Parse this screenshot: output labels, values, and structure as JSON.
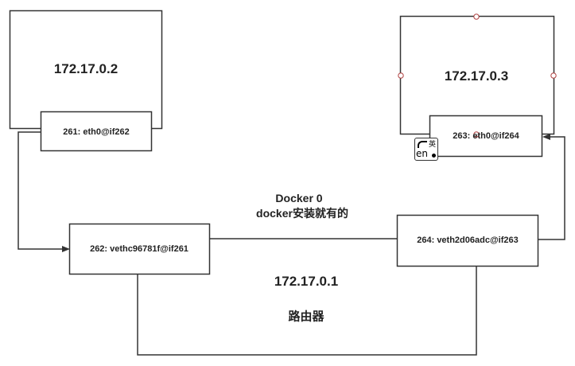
{
  "containers": {
    "left": {
      "ip": "172.17.0.2",
      "interface": "261: eth0@if262"
    },
    "right": {
      "ip": "172.17.0.3",
      "interface": "263: eth0@if264"
    }
  },
  "bridge": {
    "name": "Docker 0",
    "note": "docker安装就有的",
    "ip": "172.17.0.1",
    "role": "路由器",
    "left_veth": "262: vethc96781f@if261",
    "right_veth": "264: veth2d06adc@if263"
  },
  "ime_indicator": {
    "icon": "ime-toggle-icon",
    "lang_zh": "英",
    "lang_en": "en"
  },
  "colors": {
    "stroke": "#333333",
    "handle": "#b04040"
  }
}
